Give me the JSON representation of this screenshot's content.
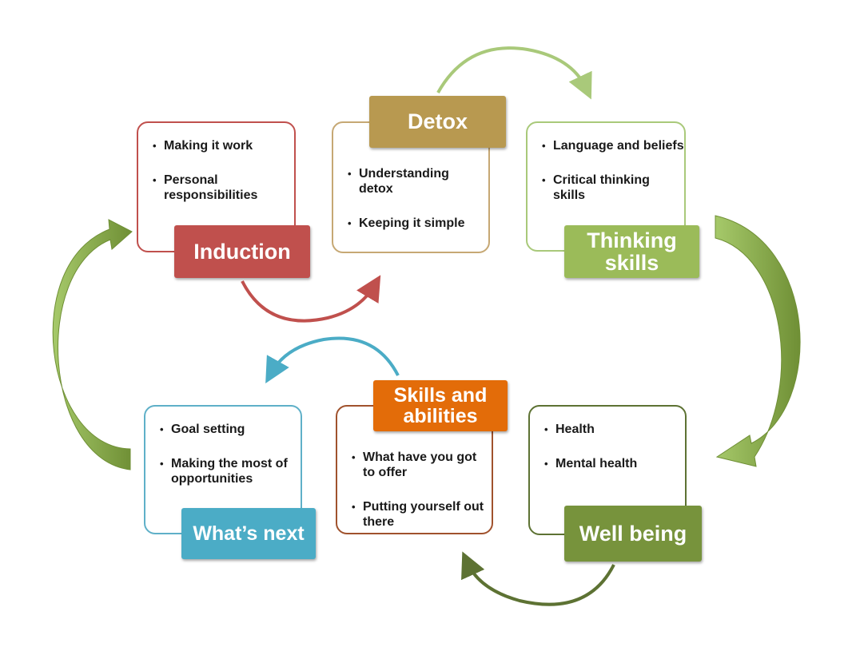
{
  "colors": {
    "induction": "#c0504d",
    "detox": "#b89950",
    "thinking_skills": "#9bbb59",
    "whats_next": "#4bacc6",
    "skills_and_abilities": "#e36c09",
    "well_being": "#77933c",
    "big_arrow": "#8db050"
  },
  "stages": {
    "induction": {
      "title": "Induction",
      "bullets": [
        "Making it work",
        "Personal responsibilities"
      ]
    },
    "detox": {
      "title": "Detox",
      "bullets": [
        "Understanding detox",
        "Keeping it simple"
      ]
    },
    "thinking_skills": {
      "title_line1": "Thinking",
      "title_line2": "skills",
      "bullets": [
        "Language and beliefs",
        "Critical thinking skills"
      ]
    },
    "whats_next": {
      "title": "What’s next",
      "bullets": [
        "Goal setting",
        "Making the most of opportunities"
      ]
    },
    "skills_and_abilities": {
      "title_line1": "Skills and",
      "title_line2": "abilities",
      "bullets": [
        "What have you got to offer",
        "Putting  yourself out there"
      ]
    },
    "well_being": {
      "title": "Well being",
      "bullets": [
        "Health",
        "Mental health"
      ]
    }
  },
  "arrows": [
    "induction-to-detox-arrow-icon",
    "detox-to-thinking-arrow-icon",
    "thinking-to-wellbeing-arrow-icon",
    "wellbeing-to-skills-arrow-icon",
    "skills-to-whatsnext-arrow-icon",
    "whatsnext-to-induction-arrow-icon"
  ]
}
